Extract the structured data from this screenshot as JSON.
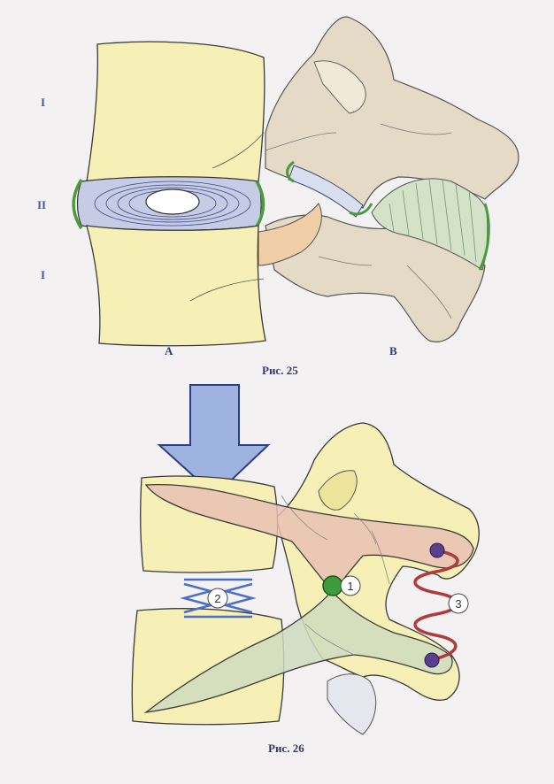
{
  "figure25": {
    "caption": "Рис. 25",
    "panel_a": "A",
    "panel_b": "B",
    "level_top": "I",
    "level_mid": "II",
    "level_bottom": "I"
  },
  "figure26": {
    "caption": "Рис. 26",
    "markers": [
      "1",
      "2",
      "3"
    ]
  },
  "colors": {
    "bone": "#f6efb6",
    "bone_outline": "#3a3a3a",
    "vertebra_b": "#e2d9c6",
    "disc": "#c6cbe6",
    "ligament_green": "#4a9a3e",
    "arrow_fill": "#9fb3e0",
    "arrow_stroke": "#2d3f80",
    "lever_red": "#e9c1b4",
    "lever_green": "#cfdcc0",
    "spring": "#b33a3a",
    "dot": "#5b3e8e",
    "pivot": "#3d9a3d"
  }
}
